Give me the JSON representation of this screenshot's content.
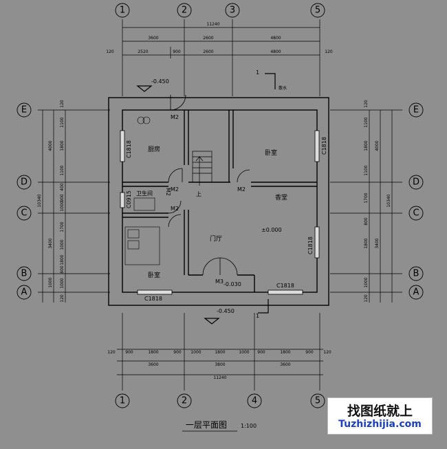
{
  "plan": {
    "title": "一层平面图",
    "scale": "1:100",
    "axes": {
      "top": [
        "1",
        "2",
        "3",
        "5"
      ],
      "bottom": [
        "1",
        "2",
        "4",
        "5"
      ],
      "left": [
        "E",
        "D",
        "C",
        "B",
        "A"
      ],
      "right": [
        "E",
        "D",
        "C",
        "B",
        "A"
      ]
    },
    "dims_top": {
      "overall": "11240",
      "row2": [
        "3600",
        "2600",
        "4800"
      ],
      "row3": [
        "2520",
        "900",
        "2600",
        "4800"
      ],
      "edge": "120"
    },
    "dims_bottom": {
      "row1": [
        "900",
        "1800",
        "900",
        "1000",
        "1800",
        "1000",
        "900",
        "1800",
        "900"
      ],
      "row2": [
        "3600",
        "3800",
        "3600"
      ],
      "overall": "11240",
      "edge": "120"
    },
    "dims_left": {
      "overall": "10340",
      "outer": [
        "4000",
        "3400",
        "1000"
      ],
      "inner": [
        "1100",
        "1800",
        "1100",
        "1000",
        "1700",
        "1000",
        "1800",
        "800",
        "1000"
      ],
      "small": [
        "400",
        "900",
        "120",
        "120"
      ]
    },
    "dims_right": {
      "overall": "10340",
      "outer": [
        "4000",
        "3400"
      ],
      "inner": [
        "1100",
        "1800",
        "1100",
        "1700",
        "800",
        "1800",
        "1000"
      ],
      "edge": "120"
    },
    "rooms": {
      "kitchen": "厨房",
      "bathroom": "卫生间",
      "bedroom_left": "卧室",
      "bedroom_right": "卧室",
      "hall": "门厅",
      "shrine": "香堂"
    },
    "doors": {
      "kitchen": "M2",
      "bath_top": "M2",
      "bath_side": "M2",
      "bedroom": "M2",
      "right_bedroom": "M2",
      "entry": "M3",
      "stairs_up": "上"
    },
    "windows": {
      "kitchen": "C1818",
      "bath": "C0915",
      "bottom_left": "C1818",
      "bottom_right": "C1818",
      "right_upper": "C1818",
      "right_lower": "C1818"
    },
    "levels": {
      "outdoor_top": "-0.450",
      "floor": "±0.000",
      "entry": "-0.030",
      "outdoor_bottom": "-0.450"
    },
    "section": {
      "top": "1",
      "bottom": "1",
      "note": "散水"
    }
  },
  "watermark": {
    "cn": "找图纸就上",
    "en": "Tuzhizhijia.com"
  }
}
